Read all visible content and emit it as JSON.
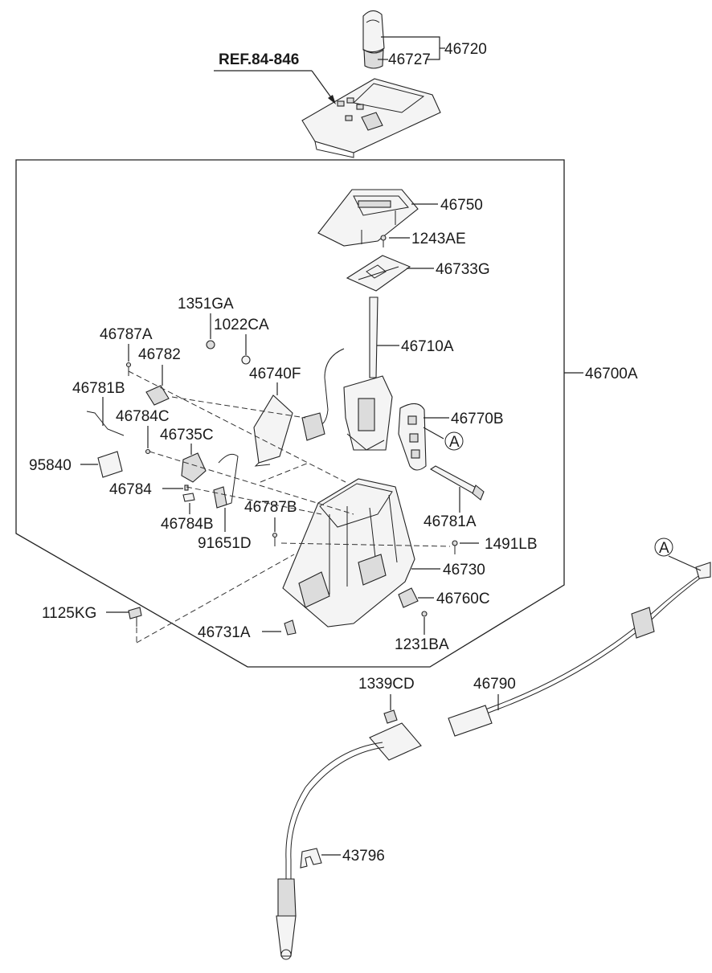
{
  "ref_label": "REF.84-846",
  "callout_letter": "A",
  "labels": {
    "p46720": "46720",
    "p46727": "46727",
    "p46750": "46750",
    "p1243AE": "1243AE",
    "p46733G": "46733G",
    "p1351GA": "1351GA",
    "p1022CA": "1022CA",
    "p46710A": "46710A",
    "p46700A": "46700A",
    "p46787A": "46787A",
    "p46782": "46782",
    "p46740F": "46740F",
    "p46781B": "46781B",
    "p46784C": "46784C",
    "p46770B": "46770B",
    "p46735C": "46735C",
    "p95840": "95840",
    "p46784": "46784",
    "p46781A": "46781A",
    "p46787B": "46787B",
    "p46784B": "46784B",
    "p1491LB": "1491LB",
    "p91651D": "91651D",
    "p46730": "46730",
    "p46760C": "46760C",
    "p1125KG": "1125KG",
    "p46731A": "46731A",
    "p1231BA": "1231BA",
    "p1339CD": "1339CD",
    "p46790": "46790",
    "p43796": "43796"
  }
}
